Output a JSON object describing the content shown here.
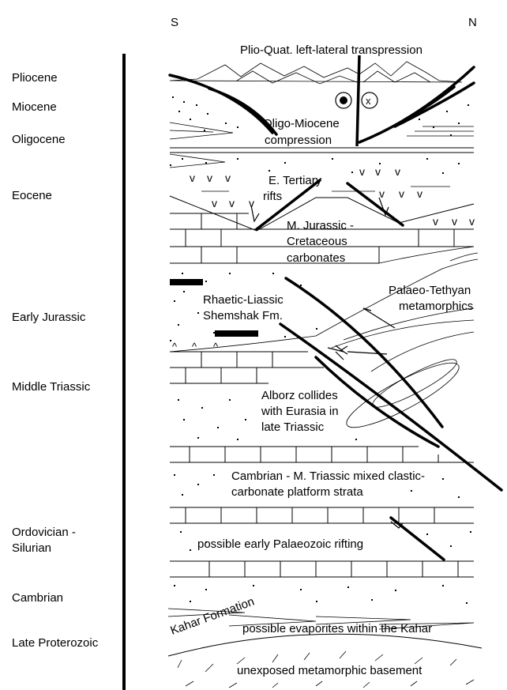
{
  "directions": {
    "south": "S",
    "north": "N"
  },
  "ages": {
    "pliocene": "Pliocene",
    "miocene": "Miocene",
    "oligocene": "Oligocene",
    "eocene": "Eocene",
    "early_jurassic": "Early Jurassic",
    "middle_triassic": "Middle Triassic",
    "ordovician_line1": "Ordovician -",
    "ordovician_line2": "Silurian",
    "cambrian": "Cambrian",
    "late_proterozoic": "Late Proterozoic"
  },
  "labels": {
    "plio_quat": "Plio-Quat. left-lateral transpression",
    "oligo_miocene_1": "Oligo-Miocene",
    "oligo_miocene_2": "compression",
    "e_tertiary_1": "E. Tertiary",
    "e_tertiary_2": "rifts",
    "m_jurassic_1": "M. Jurassic -",
    "m_jurassic_2": "Cretaceous",
    "m_jurassic_3": "carbonates",
    "palaeo_tethyan_1": "Palaeo-Tethyan",
    "palaeo_tethyan_2": "metamorphics",
    "rhaetic_1": "Rhaetic-Liassic",
    "rhaetic_2": "Shemshak Fm.",
    "alborz_1": "Alborz collides",
    "alborz_2": "with Eurasia in",
    "alborz_3": "late Triassic",
    "cambrian_mixed_1": "Cambrian - M. Triassic mixed clastic-",
    "cambrian_mixed_2": "carbonate platform strata",
    "rifting": "possible early Palaeozoic rifting",
    "kahar_formation": "Kahar Formation",
    "evaporites": "possible evaporites within the Kahar",
    "basement": "unexposed metamorphic basement"
  },
  "symbols": {
    "out_of_page": "●",
    "into_page": "x",
    "volcanic": "v",
    "caret": "^"
  }
}
